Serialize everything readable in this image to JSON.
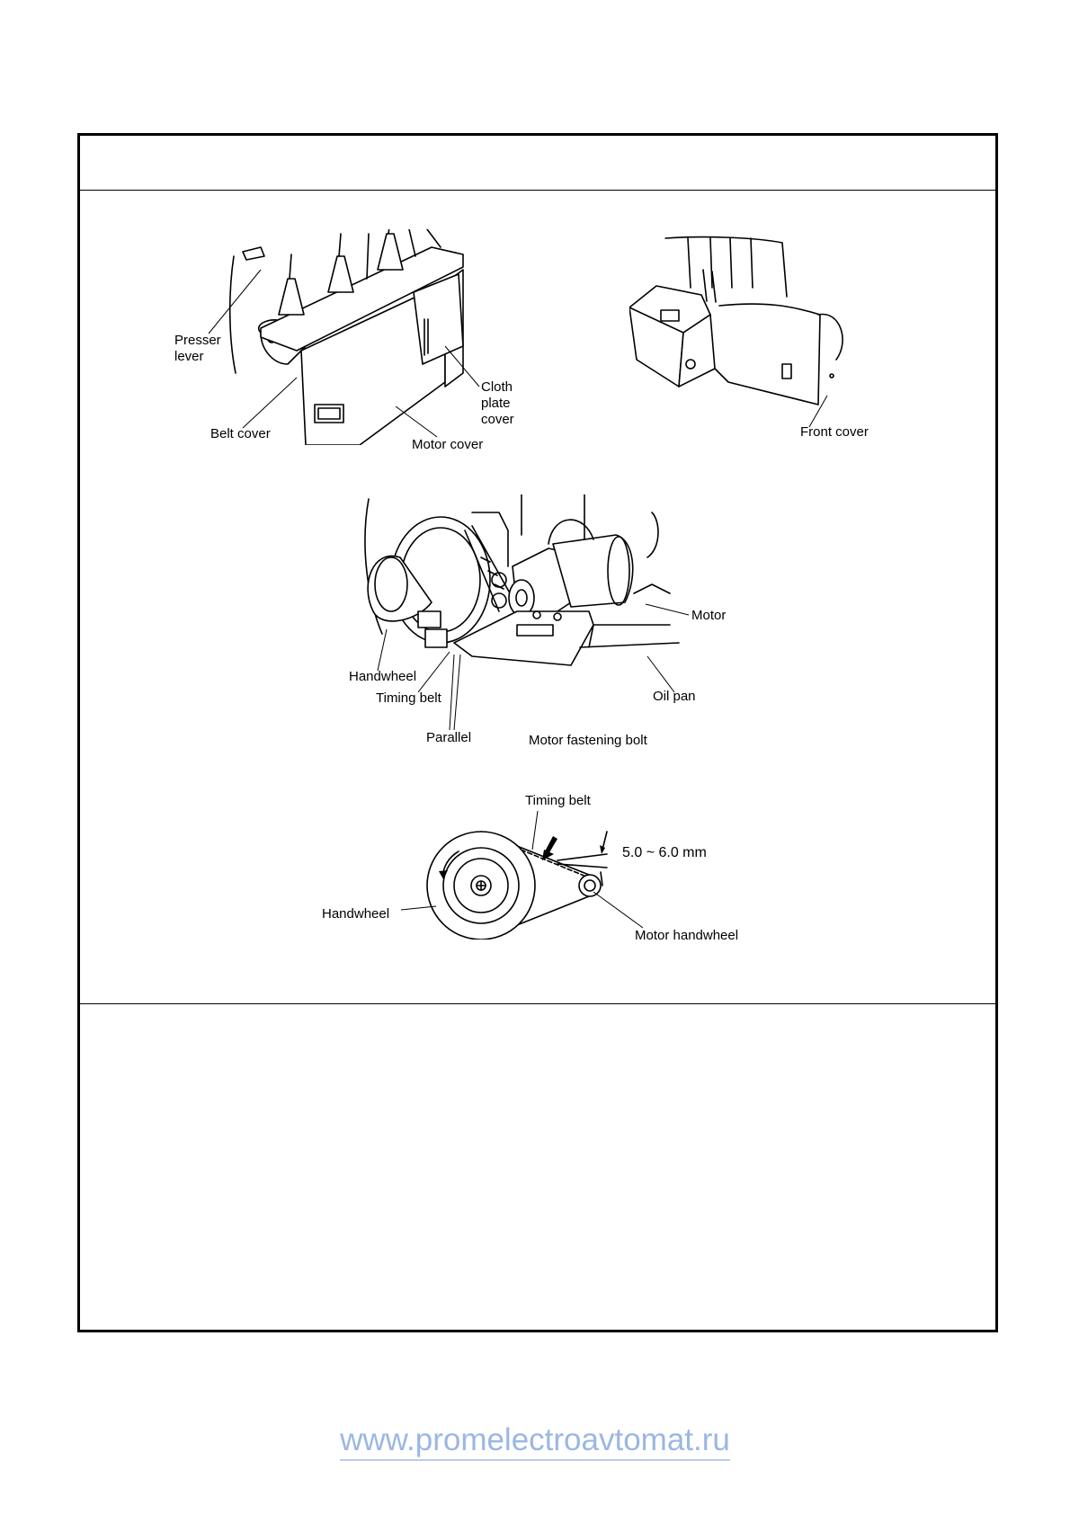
{
  "figures": {
    "top_left": {
      "labels": {
        "presser_lever": "Presser\nlever",
        "cloth_plate_cover": "Cloth\nplate\ncover",
        "belt_cover": "Belt cover",
        "motor_cover": "Motor cover"
      }
    },
    "top_right": {
      "labels": {
        "front_cover": "Front cover"
      }
    },
    "middle": {
      "labels": {
        "motor": "Motor",
        "handwheel": "Handwheel",
        "timing_belt": "Timing belt",
        "oil_pan": "Oil pan",
        "parallel": "Parallel",
        "motor_fastening_bolt": "Motor fastening bolt"
      }
    },
    "bottom": {
      "labels": {
        "timing_belt": "Timing belt",
        "deflection": "5.0 ~ 6.0 mm",
        "handwheel": "Handwheel",
        "motor_handwheel": "Motor handwheel"
      }
    }
  },
  "footer": {
    "url": "www.promelectroavtomat.ru"
  }
}
